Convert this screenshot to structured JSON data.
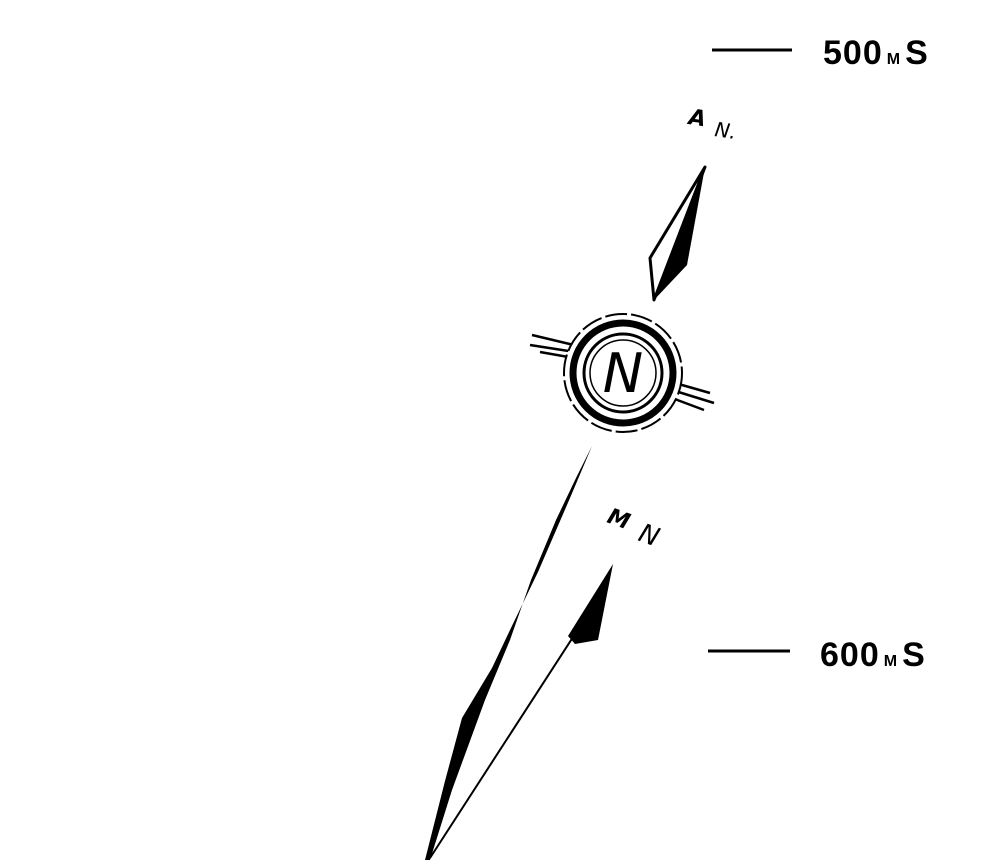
{
  "scale_marks": [
    {
      "value": "500",
      "unit_small": "M",
      "unit": "S"
    },
    {
      "value": "600",
      "unit_small": "M",
      "unit": "S"
    }
  ],
  "arrows": {
    "astronomic": {
      "label_a": "A",
      "label_b": "N."
    },
    "magnetic": {
      "label_a": "M",
      "label_b": "N"
    }
  },
  "north_symbol": {
    "letter": "N"
  },
  "colors": {
    "ink": "#000000",
    "paper": "#ffffff"
  }
}
